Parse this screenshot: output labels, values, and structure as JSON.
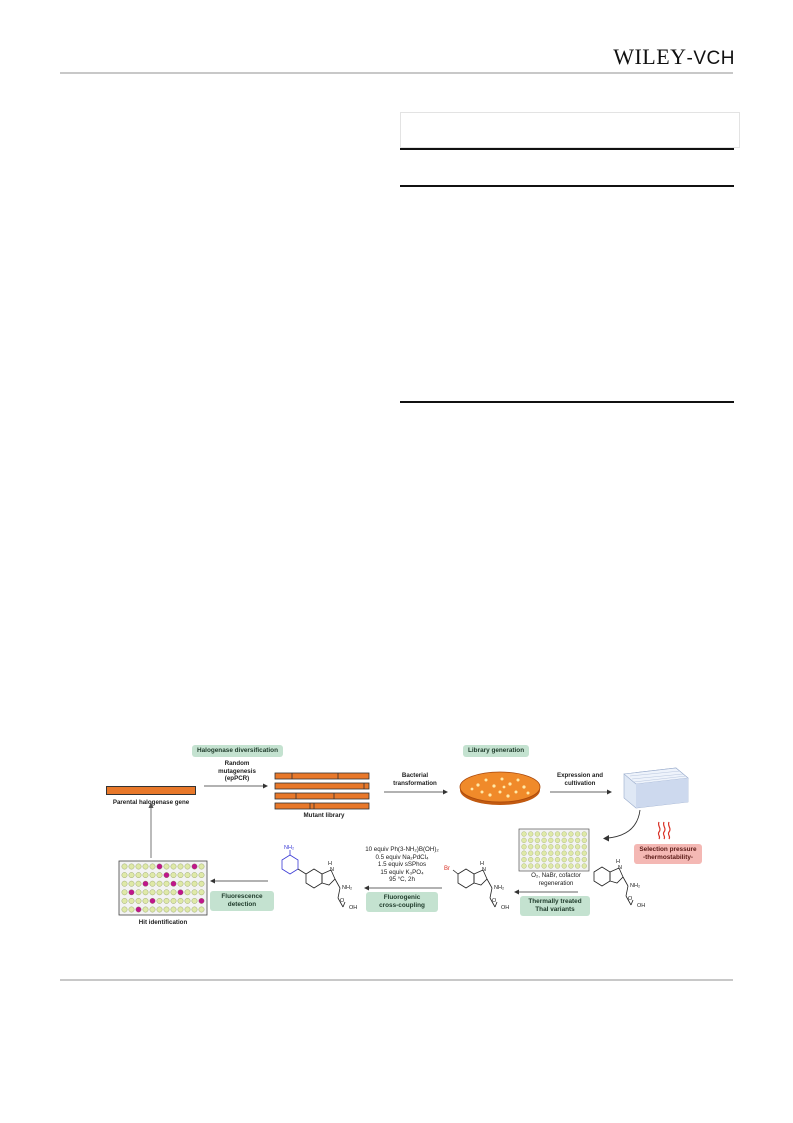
{
  "header": {
    "logo_main": "WILEY",
    "logo_suffix": "-VCH"
  },
  "figure": {
    "section_labels": {
      "halogenase_diversification": "Halogenase diversification",
      "library_generation": "Library generation"
    },
    "steps": {
      "random_mutagenesis": [
        "Random",
        "mutagenesis",
        "(epPCR)"
      ],
      "bacterial_transformation": [
        "Bacterial",
        "transformation"
      ],
      "expression_cultivation": [
        "Expression and",
        "cultivation"
      ]
    },
    "labels": {
      "parental_gene": "Parental halogenase gene",
      "mutant_library": "Mutant library",
      "hit_identification": "Hit identification"
    },
    "selection_pressure": [
      "Selection pressure",
      "-thermostability-"
    ],
    "thermal_box": [
      "Thermally treated",
      "ThaI variants"
    ],
    "fluorogenic_box": [
      "Fluorogenic",
      "cross-coupling"
    ],
    "fluorescence_box": [
      "Fluorescence",
      "detection"
    ],
    "halogenation_conditions": [
      "O₂, NaBr, cofactor",
      "regeneration"
    ],
    "coupling_conditions": [
      "10 equiv Ph(3-NH₂)B(OH)₂",
      "0.5 equiv Na₂PdCl₄",
      "1.5 equiv sSPhos",
      "15 equiv K₃PO₄",
      "95 °C, 2h"
    ],
    "atoms": {
      "nh": "H",
      "n": "N",
      "nh2": "NH₂",
      "oh": "OH",
      "o": "O",
      "br": "Br",
      "aryl_nh2": "NH₂"
    },
    "colors": {
      "gene_orange": "#e8782a",
      "dish_orange": "#f08a2a",
      "box_green": "#c4e2d0",
      "box_red": "#f4b8b4",
      "hit_magenta": "#c0158c",
      "well_green": "#dfe9a8"
    }
  }
}
